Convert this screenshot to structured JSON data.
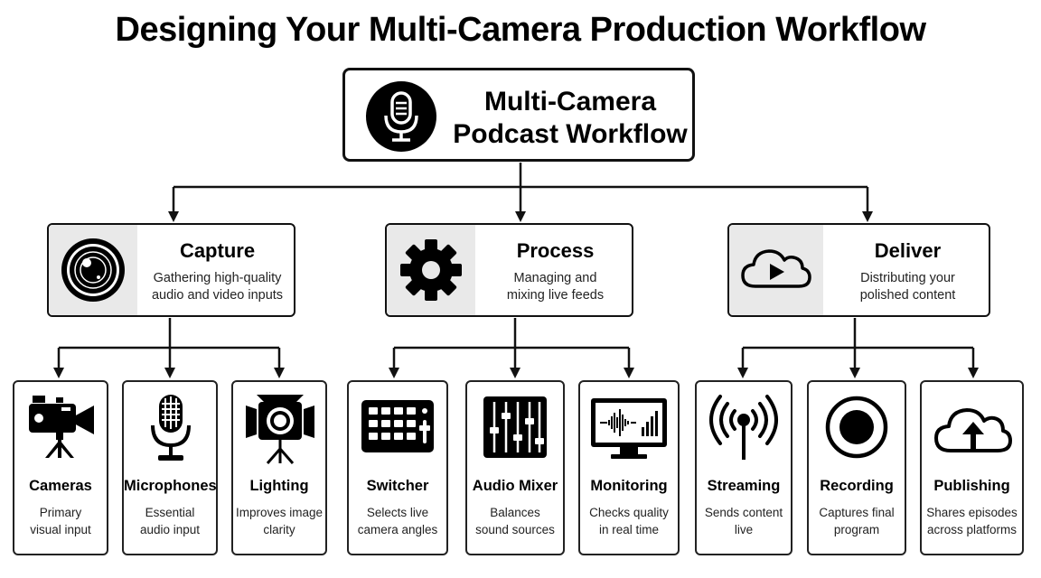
{
  "title": "Designing Your Multi-Camera Production Workflow",
  "root": {
    "line1": "Multi-Camera",
    "line2": "Podcast Workflow",
    "icon": "microphone-icon"
  },
  "stages": [
    {
      "title": "Capture",
      "desc1": "Gathering high-quality",
      "desc2": "audio and video inputs",
      "icon": "camera-lens-icon",
      "tools": [
        {
          "title": "Cameras",
          "desc1": "Primary",
          "desc2": "visual input",
          "icon": "video-camera-icon"
        },
        {
          "title": "Microphones",
          "desc1": "Essential",
          "desc2": "audio input",
          "icon": "microphone-icon"
        },
        {
          "title": "Lighting",
          "desc1": "Improves image",
          "desc2": "clarity",
          "icon": "light-icon"
        }
      ]
    },
    {
      "title": "Process",
      "desc1": "Managing and",
      "desc2": "mixing live feeds",
      "icon": "gear-icon",
      "tools": [
        {
          "title": "Switcher",
          "desc1": "Selects live",
          "desc2": "camera angles",
          "icon": "switcher-icon"
        },
        {
          "title": "Audio Mixer",
          "desc1": "Balances",
          "desc2": "sound sources",
          "icon": "mixer-icon"
        },
        {
          "title": "Monitoring",
          "desc1": "Checks quality",
          "desc2": "in real time",
          "icon": "monitor-icon"
        }
      ]
    },
    {
      "title": "Deliver",
      "desc1": "Distributing your",
      "desc2": "polished content",
      "icon": "cloud-play-icon",
      "tools": [
        {
          "title": "Streaming",
          "desc1": "Sends content",
          "desc2": "live",
          "icon": "broadcast-icon"
        },
        {
          "title": "Recording",
          "desc1": "Captures final",
          "desc2": "program",
          "icon": "record-icon"
        },
        {
          "title": "Publishing",
          "desc1": "Shares episodes",
          "desc2": "across platforms",
          "icon": "cloud-upload-icon"
        }
      ]
    }
  ]
}
